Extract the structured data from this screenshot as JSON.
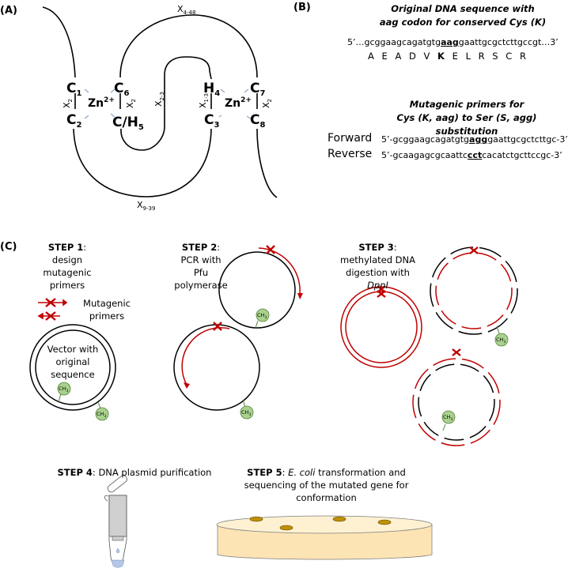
{
  "panels": {
    "a": {
      "label": "(A)",
      "residues": {
        "c1": {
          "base": "C",
          "sub": "1"
        },
        "c2": {
          "base": "C",
          "sub": "2"
        },
        "c6": {
          "base": "C",
          "sub": "6"
        },
        "h5": {
          "base": "C/H",
          "sub": "5"
        },
        "h4": {
          "base": "H",
          "sub": "4"
        },
        "c3": {
          "base": "C",
          "sub": "3"
        },
        "c7": {
          "base": "C",
          "sub": "7"
        },
        "c8": {
          "base": "C",
          "sub": "8"
        }
      },
      "zinc_left": {
        "base": "Zn",
        "sup": "2+"
      },
      "zinc_right": {
        "base": "Zn",
        "sup": "2+"
      },
      "spacers": {
        "top": {
          "base": "X",
          "sub": "4-48"
        },
        "bottom": {
          "base": "X",
          "sub": "9-39"
        },
        "c1_c2": {
          "base": "X",
          "sub": "2"
        },
        "c6_h5": {
          "base": "X",
          "sub": "2"
        },
        "middle": {
          "base": "X",
          "sub": "2-3"
        },
        "h4_c3": {
          "base": "X",
          "sub": "1-3"
        },
        "c7_c8": {
          "base": "X",
          "sub": "2"
        }
      }
    },
    "b": {
      "label": "(B)",
      "title_line1": "Original DNA sequence with",
      "title_line2": "aag codon for conserved Cys (K)",
      "original_seq": {
        "prefix": "5’…gcggaagcagatgtg",
        "codon": "aag",
        "suffix": "gaattgcgctcttgccgt…3’"
      },
      "amino_acids": [
        "A",
        "E",
        "A",
        "D",
        "V",
        "K",
        "E",
        "L",
        "R",
        "S",
        "C",
        "R"
      ],
      "highlight_aa": "K",
      "primers_title_line1": "Mutagenic primers for",
      "primers_title_line2": "Cys (K, aag) to Ser (S, agg) substitution",
      "primers": [
        {
          "name": "Forward",
          "prefix": "5’-gcggaagcagatgtg",
          "codon": "agg",
          "suffix": "gaattgcgctcttgc-3’"
        },
        {
          "name": "Reverse",
          "prefix": "5’-gcaagagcgcaattc",
          "codon": "cct",
          "suffix": "cacatctgcttccgc-3’"
        }
      ]
    },
    "c": {
      "label": "(C)",
      "steps": [
        {
          "bold": "STEP 1",
          "text": ": design mutagenic primers"
        },
        {
          "bold": "STEP 2",
          "text": ": PCR with  Pfu polymerase"
        },
        {
          "bold": "STEP 3",
          "text": ": methylated DNA digestion with ",
          "italic": "DpnI"
        },
        {
          "bold": "STEP 4",
          "text": ": DNA plasmid purification"
        },
        {
          "bold": "STEP 5",
          "text": ": ",
          "italic": "E. coli",
          "text2": " transformation and sequencing of the mutated gene for conformation"
        }
      ],
      "mutagenic_primers_label_1": "Mutagenic",
      "mutagenic_primers_label_2": "primers",
      "vector_label_1": "Vector with",
      "vector_label_2": "original",
      "vector_label_3": "sequence",
      "methyl_label": {
        "base": "CH",
        "sub": "3"
      }
    }
  },
  "colors": {
    "strand_black": "#000000",
    "strand_red": "#c00000",
    "zinc_bond": "#8ea9c8",
    "methyl_fill": "#a9d18e",
    "methyl_stroke": "#548235",
    "plate_fill": "#fde4b4",
    "plate_top": "#fef1d2",
    "colony": "#bf9000",
    "tube_gray": "#d0d0d0",
    "tube_blue": "#b4c7e7"
  }
}
